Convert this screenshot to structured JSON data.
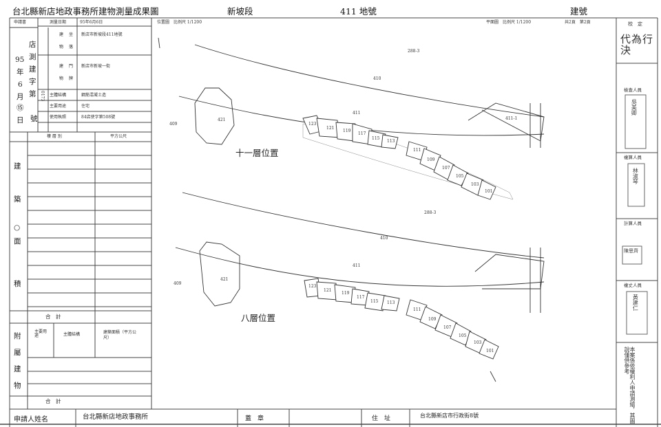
{
  "header": {
    "title": "台北縣新店地政事務所建物測量成果圖",
    "section": "新坡段",
    "lot": "411 地號",
    "building_no_label": "建號"
  },
  "left_panel": {
    "applicant_label": "申請書",
    "survey_date_label": "測量日期",
    "survey_date": "95年6月6日",
    "location_labels": [
      "建",
      "坐",
      "物",
      "落"
    ],
    "location_value": "新店市新坡段411地號",
    "doorplate_labels": [
      "建",
      "門",
      "物",
      "牌"
    ],
    "doorplate_value": "新店市新坡一街",
    "structure_label": "主體結構",
    "structure_value": "鋼筋混凝土造",
    "use_label": "主要用途",
    "use_value": "住宅",
    "license_label": "使用執照",
    "license_value": "84店使字第508號",
    "app_year": [
      "95",
      "年",
      "6",
      "月",
      "⑮",
      "日"
    ],
    "app_number_chars": [
      "店",
      "測",
      "建",
      "字",
      "第"
    ],
    "app_number_small": "0173",
    "app_number_suffix": "號",
    "floor_label": "樓 層 別",
    "area_unit": "平方公尺",
    "building_area_label": [
      "建",
      "築",
      "○",
      "面",
      "積"
    ],
    "total_label_1": "合　計",
    "annex_label": [
      "附",
      "屬",
      "建",
      "物"
    ],
    "annex_use": "主要用途",
    "annex_structure": "主體結構",
    "annex_area": "建築面積（平方公尺）",
    "total_label_2": "合　計"
  },
  "map": {
    "small_left": "位置圖　比例尺 1/1200",
    "small_right": "平面圖　比例尺 1/1200",
    "page_info": "共2頁　第2頁",
    "floor_11_label": "十一層位置",
    "floor_8_label": "八層位置",
    "upper_units_left": [
      "123",
      "121",
      "119",
      "117",
      "115",
      "113"
    ],
    "upper_units_right": [
      "111",
      "109",
      "107",
      "105",
      "103",
      "101"
    ],
    "lower_units_left": [
      "123",
      "121",
      "119",
      "117",
      "115",
      "113"
    ],
    "lower_units_right": [
      "111",
      "109",
      "107",
      "105",
      "103",
      "101"
    ],
    "parcel_labels": [
      "288-3",
      "410",
      "411",
      "421",
      "411-1",
      "409",
      "288-3",
      "410",
      "421",
      "411",
      "409"
    ]
  },
  "right_panel": {
    "verify_label": "校　定",
    "proxy_stamp": "代為行決",
    "checker_label": "檢查人員",
    "calc_label_1": "複算人員",
    "calc_label_2": "計算人員",
    "survey_label": "複丈人員",
    "stamp_texts": [
      "吳美卿",
      "林淑琴",
      "陳思齊",
      "黃建仁"
    ],
    "vertical_note": "本案係依權利人申請測繪，其圖說僅供參考"
  },
  "footer": {
    "applicant_label": "申請人姓名",
    "applicant_value": "台北縣新店地政事務所",
    "seal_label": "蓋　章",
    "address_label": "住　址",
    "address_value": "台北縣新店市行政街8號"
  }
}
